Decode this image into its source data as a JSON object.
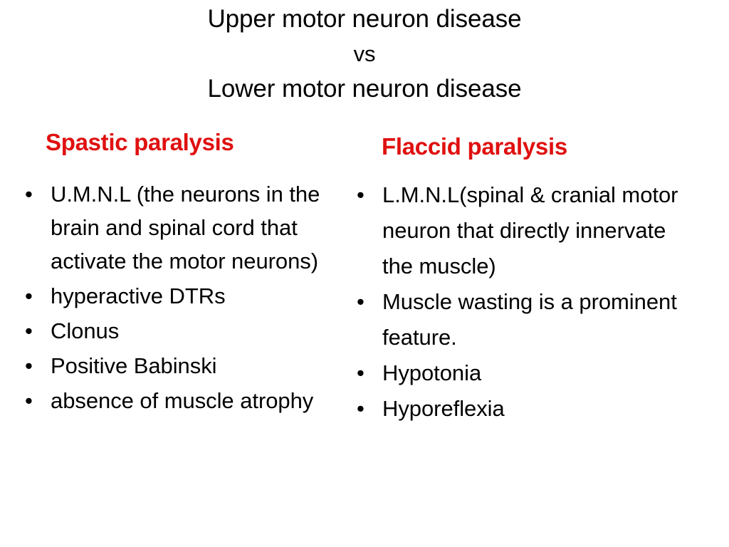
{
  "slide": {
    "background_color": "#FFFFFF",
    "title": {
      "line1": "Upper motor neuron disease",
      "line2": "vs",
      "line3": "Lower motor neuron disease",
      "color": "#000000"
    },
    "accent_color": "#E01010",
    "columns": [
      {
        "id": "left",
        "heading": "Spastic paralysis",
        "heading_color": "#E01010",
        "bullet_marker": "•",
        "items": [
          "U.M.N.L (the neurons in the brain and spinal cord that activate the motor neurons)",
          "hyperactive DTRs",
          "Clonus",
          "Positive Babinski",
          "absence of muscle atrophy"
        ]
      },
      {
        "id": "right",
        "heading": "Flaccid paralysis",
        "heading_color": "#E01010",
        "bullet_marker": "•",
        "items": [
          "L.M.N.L(spinal & cranial motor neuron that directly innervate the muscle)",
          "Muscle wasting is a prominent feature.",
          "Hypotonia",
          "Hyporeflexia"
        ]
      }
    ]
  }
}
